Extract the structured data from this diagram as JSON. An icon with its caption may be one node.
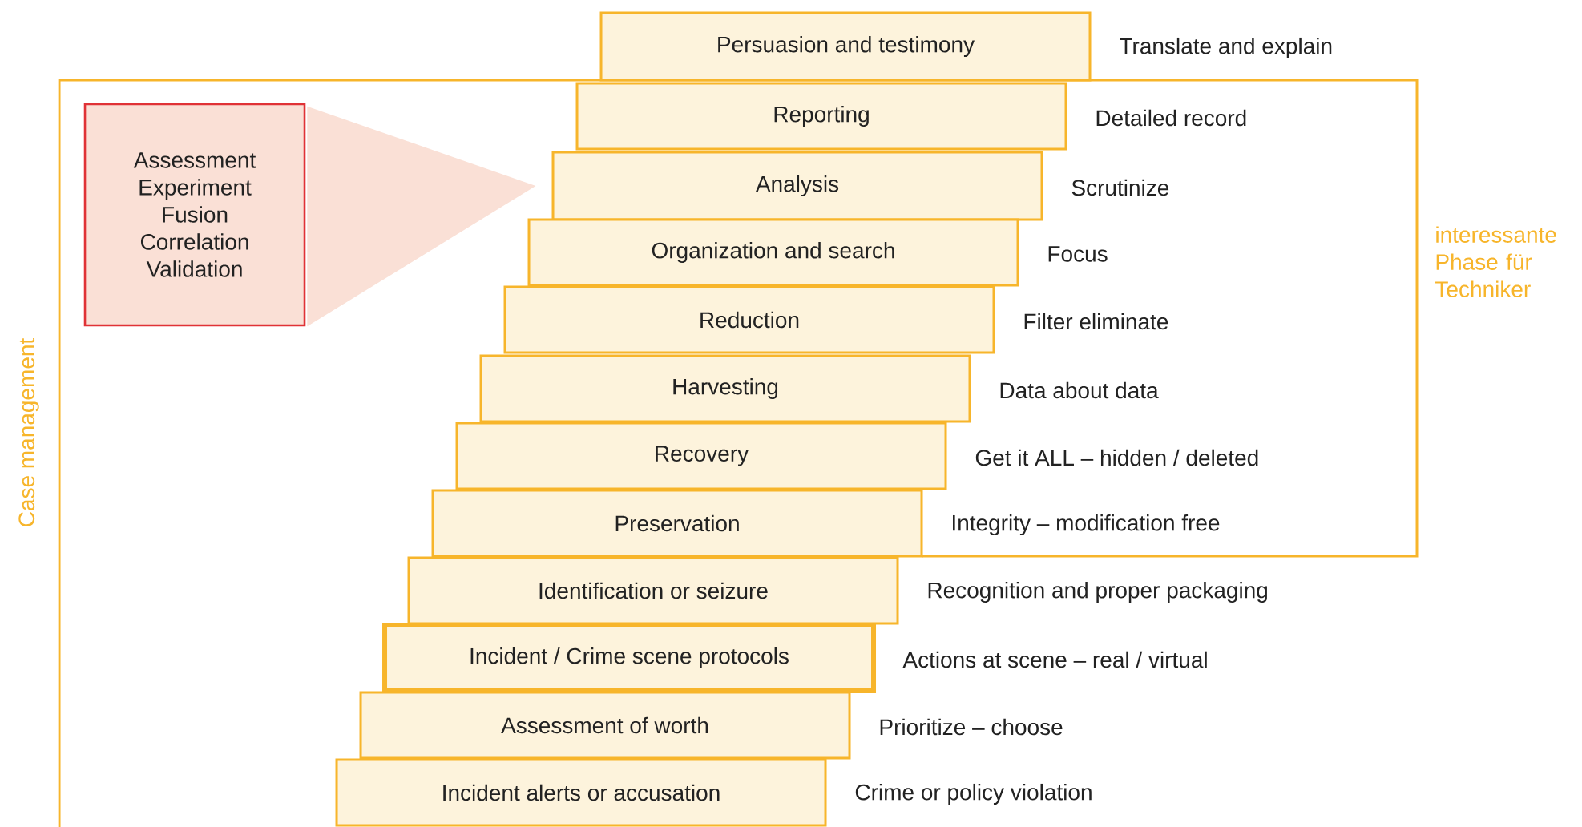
{
  "diagram": {
    "nodes": [
      {
        "text": [
          "Persuasion and testimony"
        ],
        "beside": [
          "Translate and explain"
        ]
      },
      {
        "text": [
          "Reporting"
        ],
        "beside": [
          "Detailed record"
        ]
      },
      {
        "text": [
          "Assessment Experiment Fusion Correlation Validation"
        ]
      },
      {
        "text": [
          "Analysis"
        ],
        "beside": [
          "Scrutinize"
        ]
      },
      {
        "text": [
          "Organization and search"
        ],
        "beside": [
          "Focus"
        ]
      },
      {
        "text": [
          "Reduction"
        ],
        "beside": [
          "Filter eliminate"
        ]
      },
      {
        "text": [
          "Harvesting"
        ],
        "beside": [
          "Data about data"
        ]
      },
      {
        "text": [
          "Recovery"
        ],
        "beside": [
          "Get it ALL – hidden / deleted"
        ]
      },
      {
        "text": [
          "Preservation"
        ],
        "beside": [
          "Integrity – modification free"
        ]
      },
      {
        "text": [
          "Identification or seizure"
        ],
        "beside": [
          "Recognition and proper packaging"
        ]
      },
      {
        "text": [
          "Incident / Crime scene protocols"
        ],
        "beside": [
          "Actions at scene – real / virtual"
        ]
      },
      {
        "text": [
          "Assessment of worth"
        ],
        "beside": [
          "Prioritize – choose"
        ]
      },
      {
        "text": [
          "Incident alerts or accusation"
        ],
        "beside": [
          "Crime or policy violation"
        ]
      }
    ],
    "edges": [
      {
        "from": 2,
        "to": 3,
        "arrow": "to"
      }
    ],
    "labels": [
      "Case management",
      "interessante Phase für Techniker"
    ]
  }
}
